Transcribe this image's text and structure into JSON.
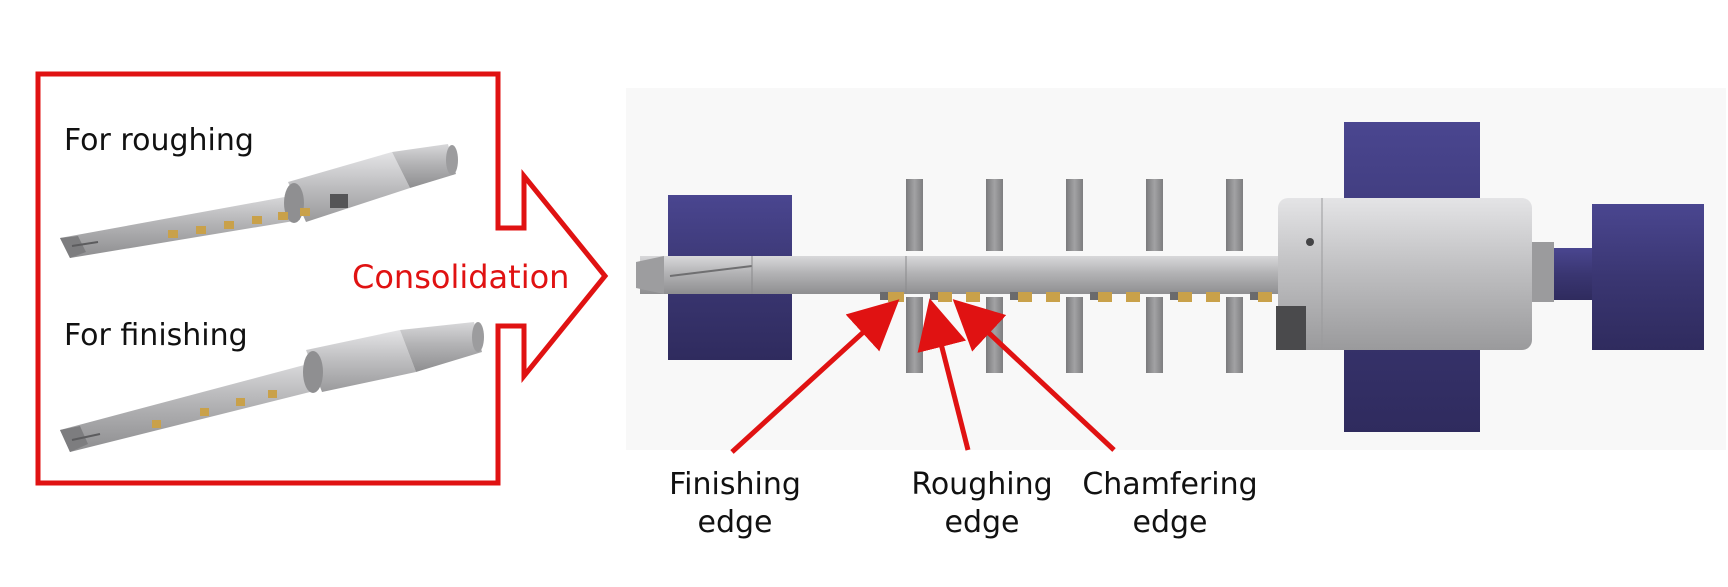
{
  "labels": {
    "for_roughing": "For roughing",
    "for_finishing": "For finishing",
    "consolidation": "Consolidation",
    "finishing_edge_line1": "Finishing",
    "finishing_edge_line2": "edge",
    "roughing_edge_line1": "Roughing",
    "roughing_edge_line2": "edge",
    "chamfering_edge_line1": "Chamfering",
    "chamfering_edge_line2": "edge"
  },
  "colors": {
    "callout_red": "#e01212",
    "fixture_blue": "#3e3a7a",
    "tool_grey": "#a9a9ab",
    "insert_gold": "#c9a14a"
  }
}
